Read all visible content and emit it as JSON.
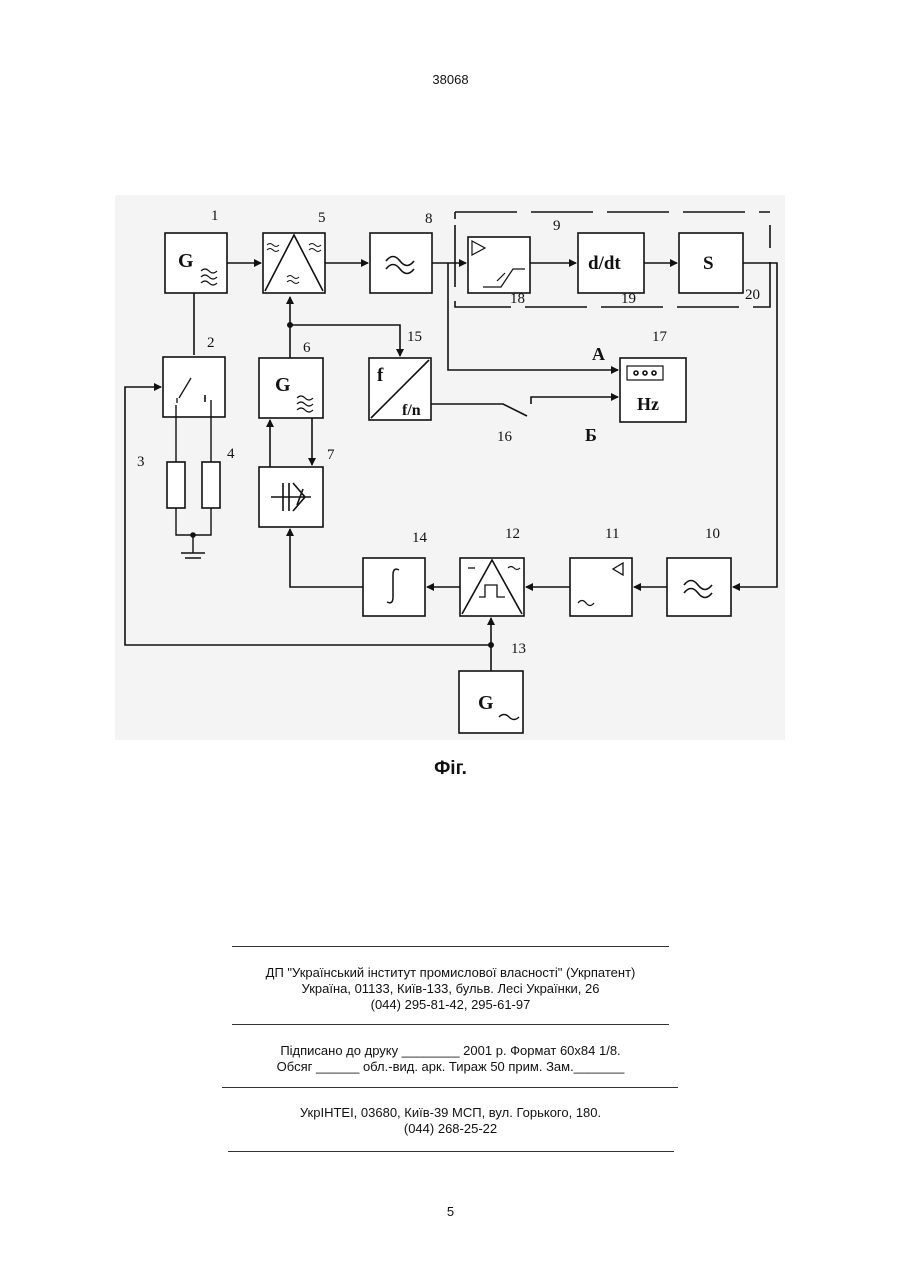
{
  "header": {
    "patent_number": "38068"
  },
  "figure": {
    "caption": "Фіг.",
    "block_numbers": [
      "1",
      "2",
      "3",
      "4",
      "5",
      "6",
      "7",
      "8",
      "9",
      "10",
      "11",
      "12",
      "13",
      "14",
      "15",
      "16",
      "17",
      "18",
      "19",
      "20"
    ],
    "block_labels": {
      "g1": "G",
      "g6": "G",
      "g13": "G",
      "divider_top": "f",
      "divider_bottom": "f/n",
      "freq_meter": "Hz",
      "diff": "d/dt",
      "sum": "S"
    },
    "switch_positions": {
      "a": "А",
      "b": "Б"
    }
  },
  "imprint": {
    "org_line1": "ДП \"Український інститут промислової власності\" (Укрпатент)",
    "org_line2": "Україна, 01133, Київ-133, бульв. Лесі Українки, 26",
    "org_line3": "(044) 295-81-42, 295-61-97",
    "sign_line1": "Підписано до друку ________ 2001 р.    Формат 60х84 1/8.",
    "sign_line2": "Обсяг ______ обл.-вид. арк.   Тираж 50 прим.    Зам._______",
    "print_line1": "УкрІНТЕІ, 03680, Київ-39 МСП, вул. Горького, 180.",
    "print_line2": "(044) 268-25-22"
  },
  "footer": {
    "page_number": "5"
  }
}
